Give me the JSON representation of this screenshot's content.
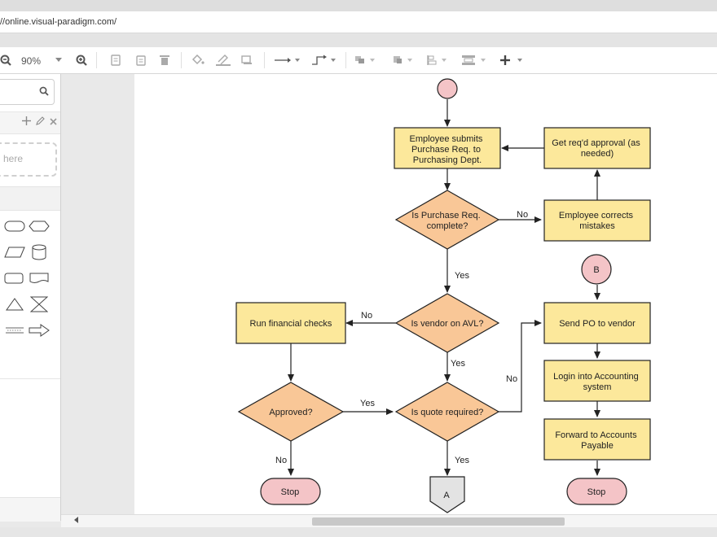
{
  "browser": {
    "url": "//online.visual-paradigm.com/"
  },
  "toolbar": {
    "zoom_value": "90%"
  },
  "sidebar": {
    "dropzone_text": "here"
  },
  "diagram": {
    "nodes": {
      "employee_submits": "Employee submits Purchase Req. to Purchasing Dept.",
      "get_approval": "Get req'd approval (as needed)",
      "is_complete": "Is Purchase Req. complete?",
      "employee_corrects": "Employee corrects mistakes",
      "connector_b": "B",
      "run_financial": "Run financial checks",
      "is_vendor_avl": "Is vendor on AVL?",
      "send_po": "Send PO to vendor",
      "login_accounting": "Login into Accounting system",
      "approved": "Approved?",
      "is_quote_required": "Is quote required?",
      "forward_ap": "Forward to Accounts Payable",
      "stop_left": "Stop",
      "connector_a": "A",
      "stop_right": "Stop"
    },
    "edge_labels": {
      "no_complete": "No",
      "yes_complete": "Yes",
      "no_vendor": "No",
      "yes_vendor": "Yes",
      "yes_approved": "Yes",
      "no_quote": "No",
      "no_approved": "No",
      "yes_quote": "Yes"
    },
    "colors": {
      "process_fill": "#fce89b",
      "decision_fill": "#f9c797",
      "terminal_fill": "#f4c4c7",
      "offpage_fill": "#e3e3e3",
      "stroke": "#222222"
    }
  }
}
